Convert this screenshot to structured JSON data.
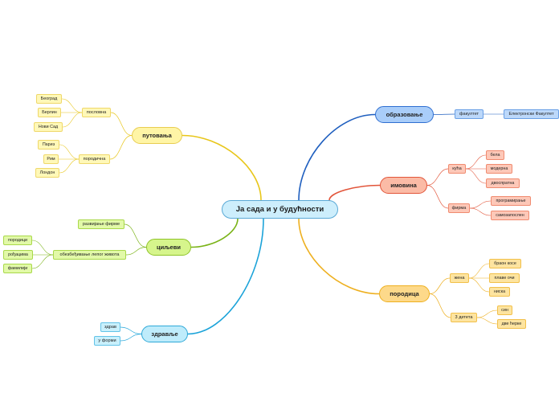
{
  "central": "Ја сада и у будућности",
  "branches": {
    "putovanja": {
      "label": "путовања",
      "color": "#e8c61a",
      "groups": [
        {
          "label": "пословна",
          "leaves": [
            "Београд",
            "Берлин",
            "Нови Сад"
          ]
        },
        {
          "label": "породична",
          "leaves": [
            "Париз",
            "Рим",
            "Лондон"
          ]
        }
      ]
    },
    "ciljevi": {
      "label": "циљеви",
      "color": "#7ab317",
      "groups": [
        {
          "label": "развијање фирме",
          "leaves": []
        },
        {
          "label": "обезбеђивање лепог живота",
          "leaves": [
            "породици",
            "рођацима",
            "фамилији"
          ]
        }
      ]
    },
    "zdravlje": {
      "label": "здравље",
      "color": "#1ba3d9",
      "groups": [
        {
          "label": "здрав",
          "leaves": []
        },
        {
          "label": "у форми",
          "leaves": []
        }
      ]
    },
    "obrazovanje": {
      "label": "образовање",
      "color": "#1f5fbf",
      "groups": [
        {
          "label": "факултет",
          "leaves": [
            "Електронски Факултет"
          ]
        }
      ]
    },
    "imovina": {
      "label": "имовина",
      "color": "#e2553a",
      "groups": [
        {
          "label": "кућа",
          "leaves": [
            "бела",
            "модерна",
            "двоспратна"
          ]
        },
        {
          "label": "фирма",
          "leaves": [
            "програмирање",
            "самозапослен"
          ]
        }
      ]
    },
    "porodica": {
      "label": "породица",
      "color": "#eeb020",
      "groups": [
        {
          "label": "жена",
          "leaves": [
            "браон косе",
            "плаве очи",
            "ниска"
          ]
        },
        {
          "label": "3 детета",
          "leaves": [
            "син",
            "две ћерке"
          ]
        }
      ]
    }
  }
}
